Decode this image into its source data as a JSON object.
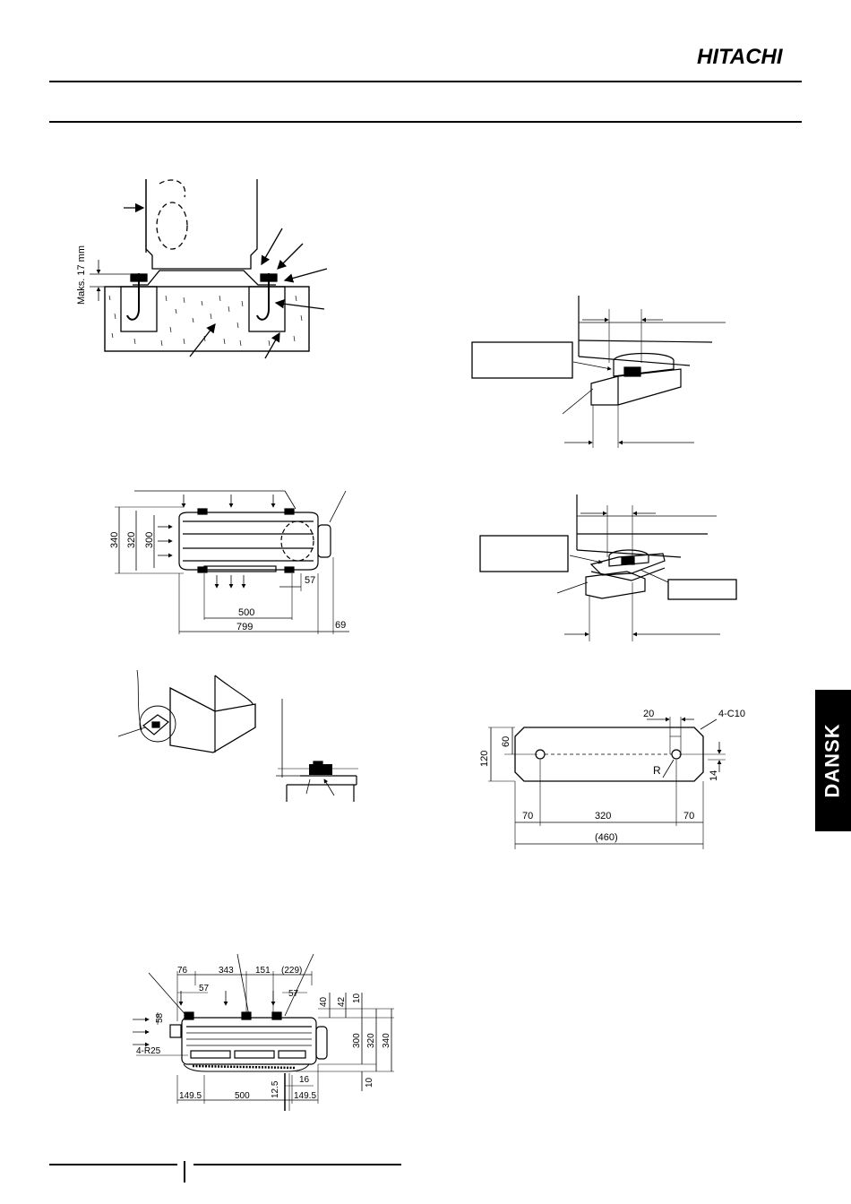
{
  "header": {
    "brand": "HITACHI"
  },
  "side_tab": {
    "label": "DANSK"
  },
  "fig_anchor": {
    "max_label": "Maks. 17 mm"
  },
  "fig_outdoor_top": {
    "dims": {
      "d340": "340",
      "d320": "320",
      "d300": "300",
      "d500": "500",
      "d799": "799",
      "d57": "57",
      "d69": "69"
    }
  },
  "fig_rubber_pad": {
    "dims": {
      "d20": "20",
      "d4c10": "4-C10",
      "d60": "60",
      "d120": "120",
      "d70a": "70",
      "d320": "320",
      "d70b": "70",
      "d460": "(460)",
      "d14": "14",
      "r": "R"
    }
  },
  "fig_bottom": {
    "dims": {
      "d76": "76",
      "d343": "343",
      "d151": "151",
      "d229": "(229)",
      "d57a": "57",
      "d57b": "57",
      "d40": "40",
      "d42": "42",
      "d10a": "10",
      "d58": "58",
      "d300": "300",
      "d320": "320",
      "d340": "340",
      "d10b": "10",
      "d4r25": "4-R25",
      "d16": "16",
      "d125": "12.5",
      "d1495a": "149.5",
      "d500": "500",
      "d1495b": "149.5"
    }
  }
}
